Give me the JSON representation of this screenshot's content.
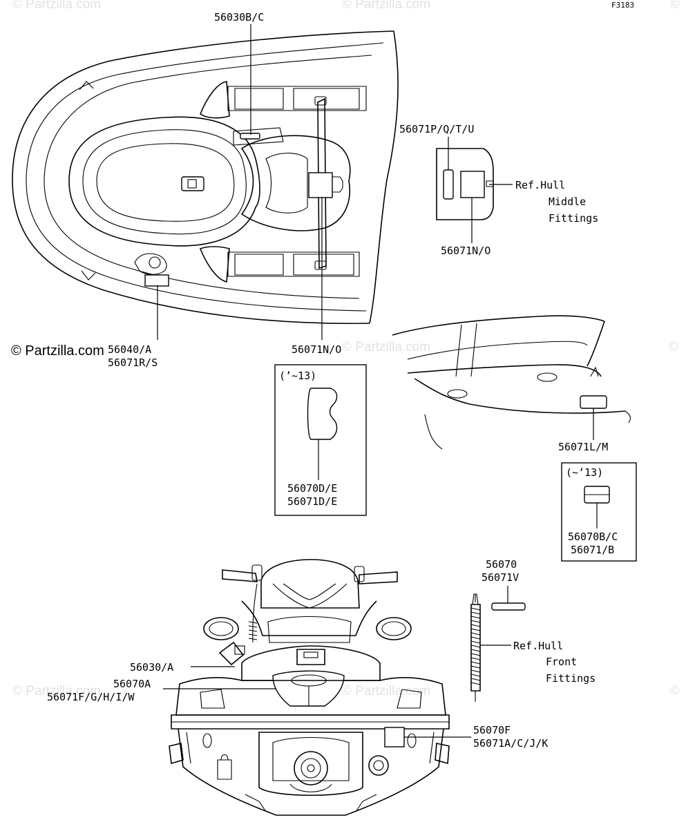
{
  "diagram_id": "F3183",
  "copyright": "© Partzilla.com",
  "watermarks": [
    "© Partzilla.com",
    "© Partzilla.com",
    "©",
    "© Partzilla.com",
    "©",
    "© Partzilla.com",
    "© Partzilla.com",
    "©"
  ],
  "callouts": {
    "top_center": "56030B/C",
    "upper_right_group": "56071P/Q/T/U",
    "upper_right_lower": "56071N/O",
    "ref_hull_middle": [
      "Ref.Hull",
      "Middle",
      "Fittings"
    ],
    "left_pair": [
      "56040/A",
      "56071R/S"
    ],
    "center_down": "56071N/O",
    "side_view": "56071L/M",
    "ref_hull_front": [
      "Ref.Hull",
      "Front",
      "Fittings"
    ],
    "pair_56070": [
      "56070",
      "56071V"
    ],
    "rear_56030": "56030/A",
    "rear_56070a": [
      "56070A",
      "56071F/G/H/I/W"
    ],
    "rear_56070f": [
      "56070F",
      "56071A/C/J/K"
    ]
  },
  "insets": {
    "left": {
      "range": "(’~13)",
      "parts": [
        "56070D/E",
        "56071D/E"
      ]
    },
    "right": {
      "range": "(~’13)",
      "parts": [
        "56070B/C",
        "56071/B"
      ]
    }
  }
}
